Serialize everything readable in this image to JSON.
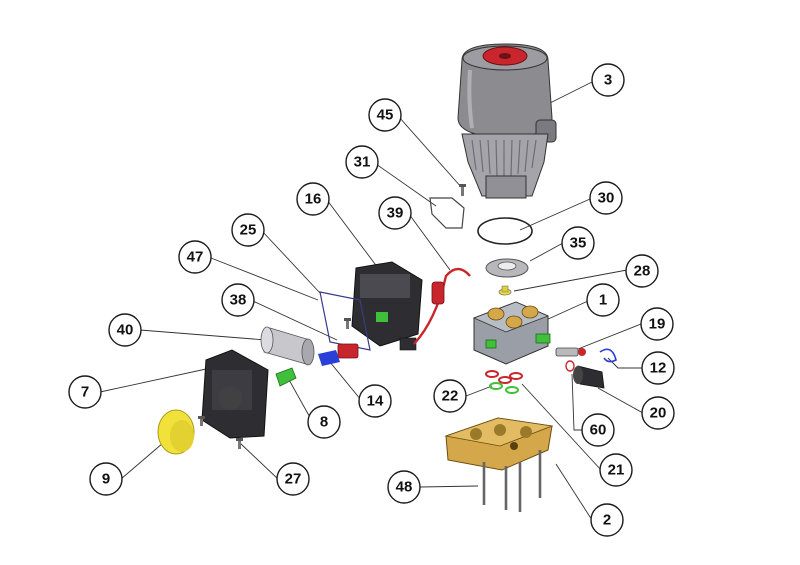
{
  "diagram": {
    "type": "exploded-parts-view",
    "colors": {
      "motor_housing": "#8c8c90",
      "motor_shade": "#6e6e74",
      "fan_red": "#c8262c",
      "pump_body": "#9a9ea6",
      "brass_head": "#d4a84a",
      "highlight_yellow": "#f2e13a",
      "highlight_green": "#3fbf3a",
      "highlight_blue": "#2a3fd8",
      "cover_dark": "#2e2e32",
      "capacitor": "#c8c8cc"
    },
    "callouts": [
      {
        "id": "p3",
        "label": "3"
      },
      {
        "id": "p45",
        "label": "45"
      },
      {
        "id": "p31",
        "label": "31"
      },
      {
        "id": "p16",
        "label": "16"
      },
      {
        "id": "p39",
        "label": "39"
      },
      {
        "id": "p30",
        "label": "30"
      },
      {
        "id": "p25",
        "label": "25"
      },
      {
        "id": "p35",
        "label": "35"
      },
      {
        "id": "p47",
        "label": "47"
      },
      {
        "id": "p28",
        "label": "28"
      },
      {
        "id": "p38",
        "label": "38"
      },
      {
        "id": "p1",
        "label": "1"
      },
      {
        "id": "p19",
        "label": "19"
      },
      {
        "id": "p40",
        "label": "40"
      },
      {
        "id": "p12",
        "label": "12"
      },
      {
        "id": "p7",
        "label": "7"
      },
      {
        "id": "p14",
        "label": "14"
      },
      {
        "id": "p22",
        "label": "22"
      },
      {
        "id": "p20",
        "label": "20"
      },
      {
        "id": "p8",
        "label": "8"
      },
      {
        "id": "p60",
        "label": "60"
      },
      {
        "id": "p9",
        "label": "9"
      },
      {
        "id": "p27",
        "label": "27"
      },
      {
        "id": "p21",
        "label": "21"
      },
      {
        "id": "p48",
        "label": "48"
      },
      {
        "id": "p2",
        "label": "2"
      }
    ]
  }
}
